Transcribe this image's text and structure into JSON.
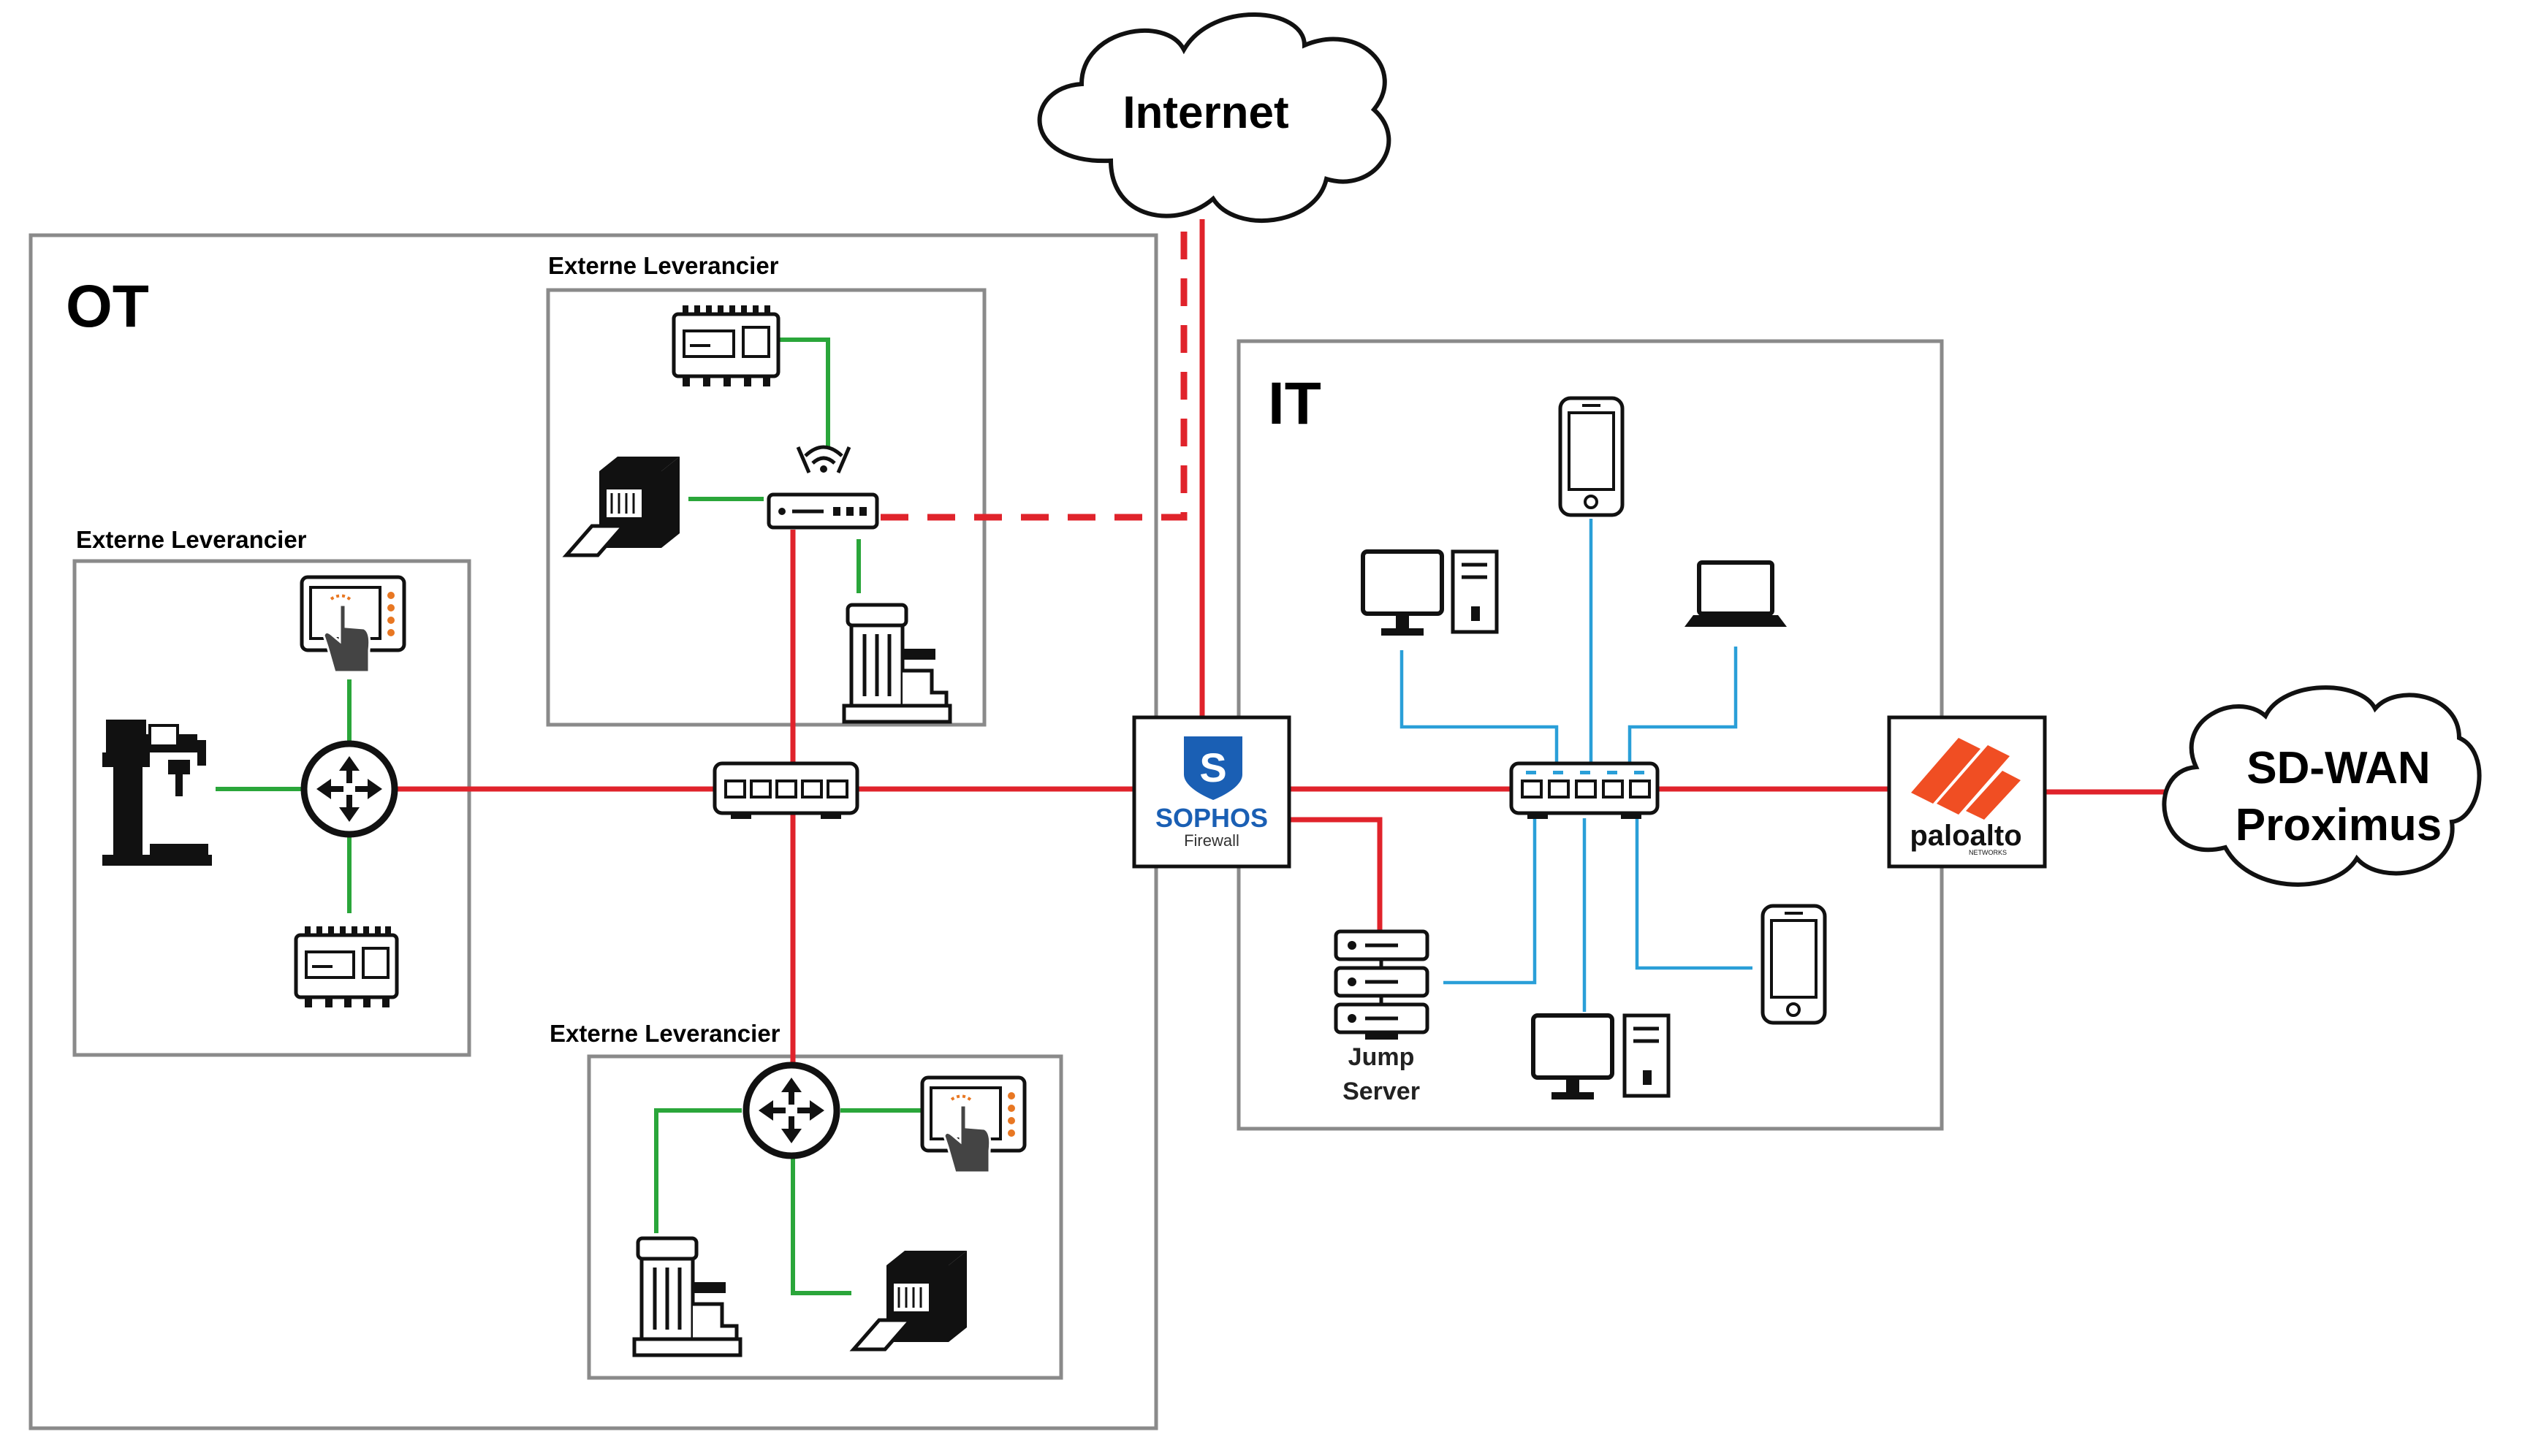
{
  "zones": {
    "ot_title": "OT",
    "it_title": "IT",
    "vendor_top": "Externe Leverancier",
    "vendor_left": "Externe Leverancier",
    "vendor_bottom": "Externe Leverancier"
  },
  "clouds": {
    "internet": "Internet",
    "sdwan_line1": "SD-WAN",
    "sdwan_line2": "Proximus"
  },
  "devices": {
    "sophos_brand": "SOPHOS",
    "sophos_sub": "Firewall",
    "paloalto_brand": "paloalto",
    "paloalto_sub": "NETWORKS",
    "jump_line1": "Jump",
    "jump_line2": "Server"
  },
  "colors": {
    "ot_link": "#e0232b",
    "vendor_link": "#2aa63a",
    "it_link": "#2a9fd8",
    "sophos_blue": "#1a5fb4",
    "paloalto_orange": "#f04e23"
  }
}
